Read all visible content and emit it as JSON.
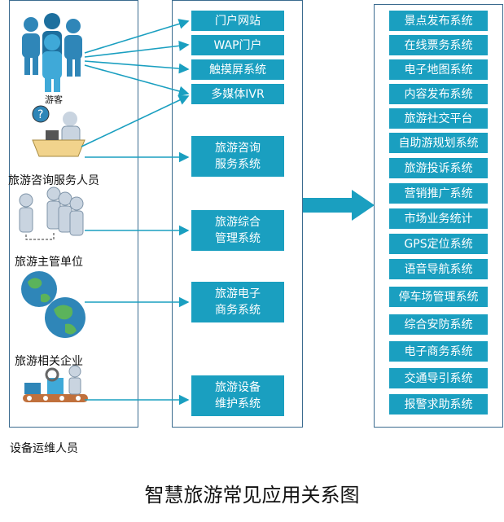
{
  "actors": [
    {
      "id": "tourist",
      "label": "游客"
    },
    {
      "id": "consult",
      "label": "旅游咨询服务人员"
    },
    {
      "id": "authority",
      "label": "旅游主管单位"
    },
    {
      "id": "enterprise",
      "label": "旅游相关企业"
    },
    {
      "id": "maint",
      "label": "设备运维人员"
    }
  ],
  "middle": [
    "门户网站",
    "WAP门户",
    "触摸屏系统",
    "多媒体IVR",
    "旅游咨询\n服务系统",
    "旅游综合\n管理系统",
    "旅游电子\n商务系统",
    "旅游设备\n维护系统"
  ],
  "right": [
    "景点发布系统",
    "在线票务系统",
    "电子地图系统",
    "内容发布系统",
    "旅游社交平台",
    "自助游规划系统",
    "旅游投诉系统",
    "营销推广系统",
    "市场业务统计",
    "GPS定位系统",
    "语音导航系统",
    "停车场管理系统",
    "综合安防系统",
    "电子商务系统",
    "交通导引系统",
    "报警求助系统"
  ],
  "caption": "智慧旅游常见应用关系图",
  "colors": {
    "box": "#1a9fc0",
    "panel_border": "#3b6b8f",
    "arrow": "#1a9fc0"
  }
}
